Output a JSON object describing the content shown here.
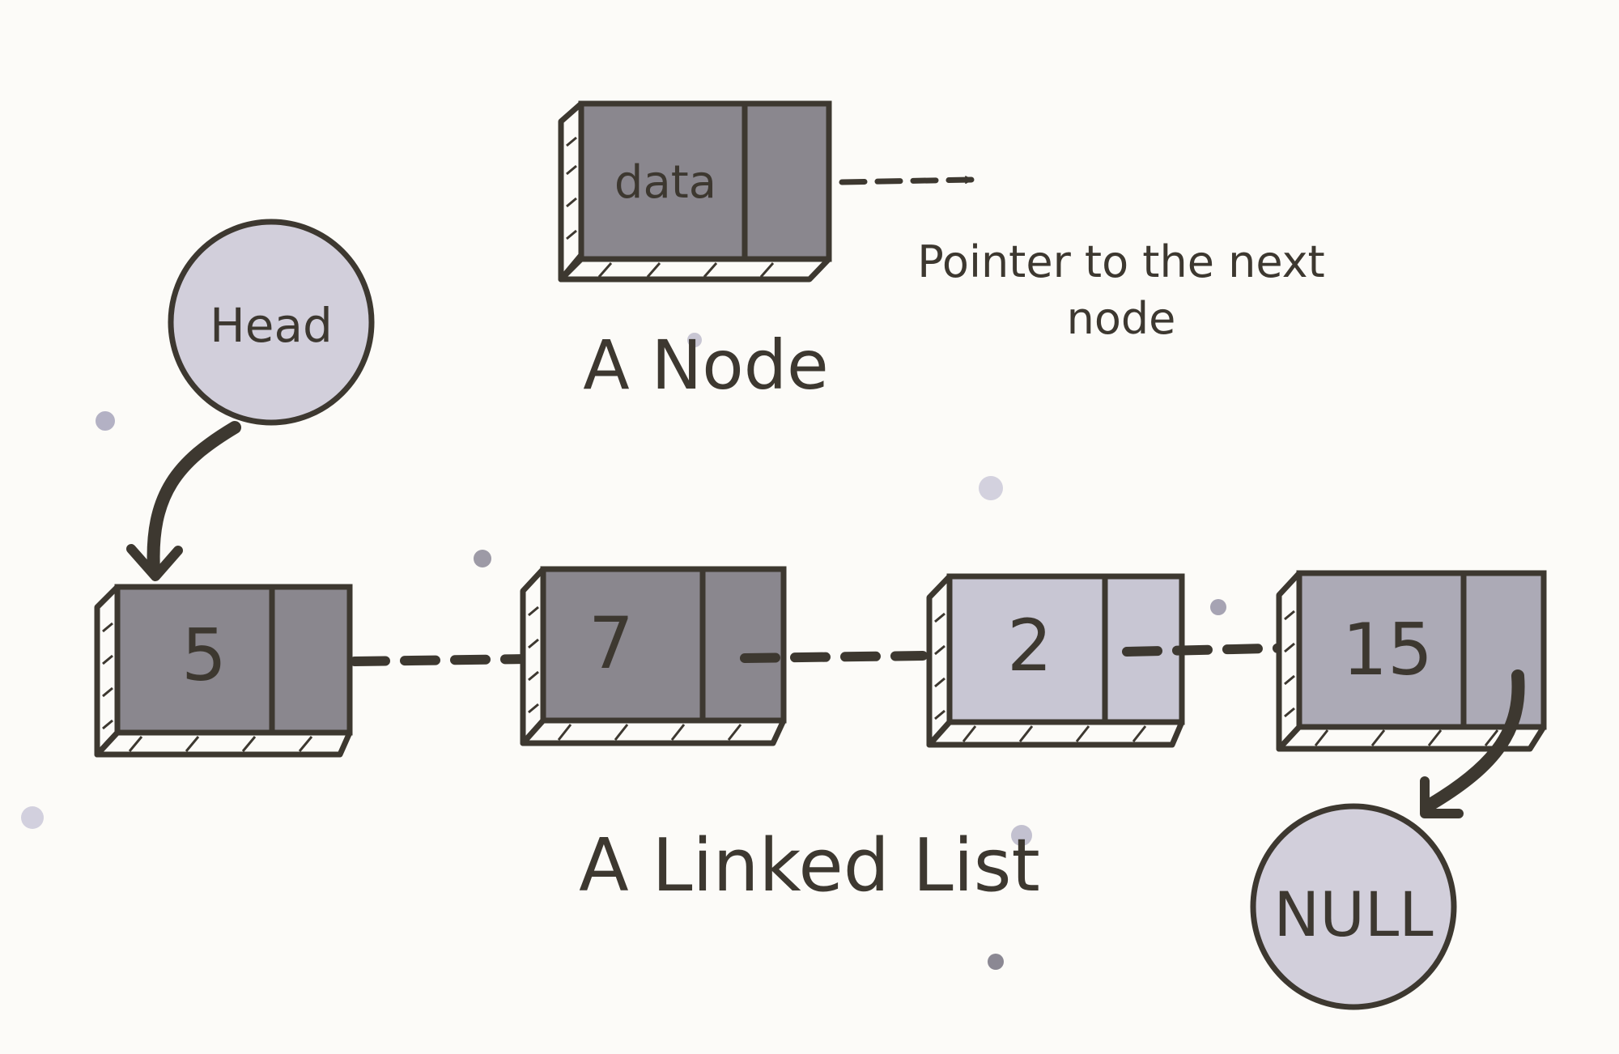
{
  "colors": {
    "background": "#fcfbf8",
    "ink": "#3d3830",
    "node_dark": "#8a878e",
    "node_light": "#c8c6d3",
    "node_mid": "#acaab6",
    "circle_fill": "#d2cfdb",
    "dot_color": "#b3b1c4"
  },
  "legend": {
    "node_data_label": "data",
    "pointer_caption_line1": "Pointer to the next",
    "pointer_caption_line2": "node",
    "node_title": "A Node"
  },
  "head": {
    "label": "Head"
  },
  "list": {
    "nodes": [
      {
        "value": "5",
        "fill": "dark"
      },
      {
        "value": "7",
        "fill": "dark"
      },
      {
        "value": "2",
        "fill": "light"
      },
      {
        "value": "15",
        "fill": "mid"
      }
    ],
    "null_label": "NULL",
    "title": "A Linked List"
  }
}
